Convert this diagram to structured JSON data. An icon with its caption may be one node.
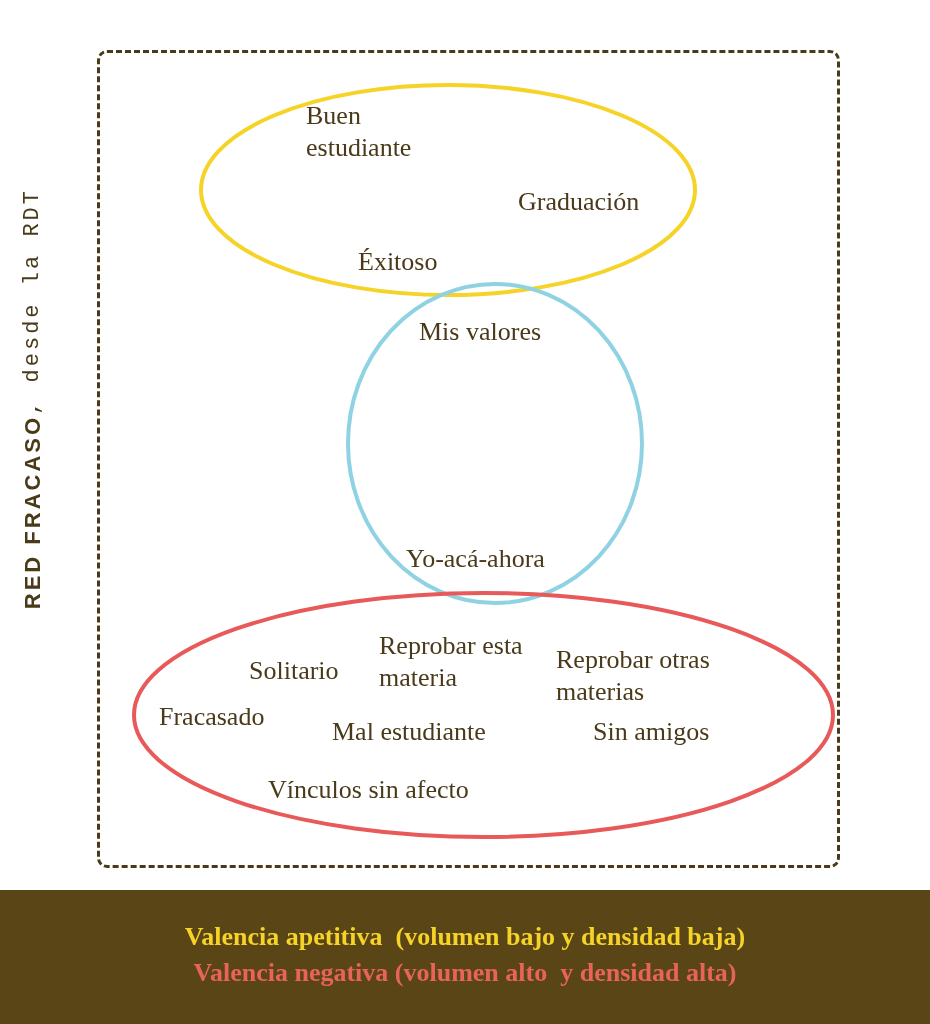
{
  "diagram": {
    "nodes": [
      {
        "text": [
          "**RED FRACASO**, desde la RDT"
        ]
      },
      {
        "text": [
          "Buen estudiante",
          "Graduación",
          "Éxitoso"
        ],
        "in": 0
      },
      {
        "text": [
          "Mis valores",
          "Yo-acá-ahora"
        ],
        "in": 0
      },
      {
        "text": [
          "Solitario",
          "Reprobar esta materia",
          "Reprobar otras materias",
          "Fracasado",
          "Mal estudiante",
          "Sin amigos",
          "Vínculos sin afecto"
        ],
        "in": 0
      }
    ],
    "edges": [],
    "legend": [
      {
        "text": "Valencia apetitiva  (volumen bajo y densidad baja)",
        "color": "#f5d327"
      },
      {
        "text": "Valencia negativa (volumen alto  y densidad alta)",
        "color": "#e8635a"
      }
    ]
  }
}
